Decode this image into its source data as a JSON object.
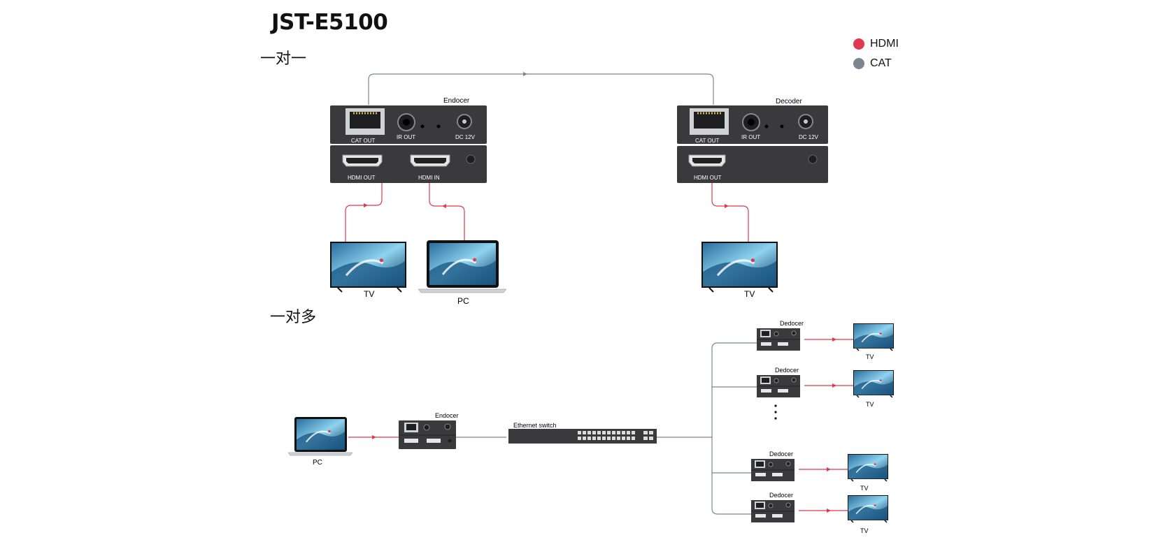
{
  "title": "JST-E5100",
  "sections": {
    "one_to_one": "一对一",
    "one_to_many": "一对多"
  },
  "legend": [
    {
      "label": "HDMI",
      "color": "#e0394f"
    },
    {
      "label": "CAT",
      "color": "#7d8590"
    }
  ],
  "one_to_one": {
    "encoder": {
      "label": "Endocer",
      "ports_top": [
        "CAT OUT",
        "IR OUT",
        "DC 12V"
      ],
      "ports_bottom": [
        "HDMI OUT",
        "HDMI IN"
      ]
    },
    "decoder": {
      "label": "Decoder",
      "ports_top": [
        "CAT OUT",
        "IR OUT",
        "DC 12V"
      ],
      "ports_bottom": [
        "HDMI OUT"
      ]
    },
    "devices": {
      "tv_left": "TV",
      "pc": "PC",
      "tv_right": "TV"
    }
  },
  "one_to_many": {
    "pc": "PC",
    "encoder": "Endocer",
    "switch": "Ethernet switch",
    "decoders": [
      {
        "label": "Dedocer",
        "tv": "TV"
      },
      {
        "label": "Dedocer",
        "tv": "TV"
      },
      {
        "label": "Dedocer",
        "tv": "TV"
      },
      {
        "label": "Dedocer",
        "tv": "TV"
      }
    ]
  },
  "colors": {
    "hdmi": "#e0394f",
    "cat": "#7d8590",
    "device": "#3a3a3c"
  }
}
